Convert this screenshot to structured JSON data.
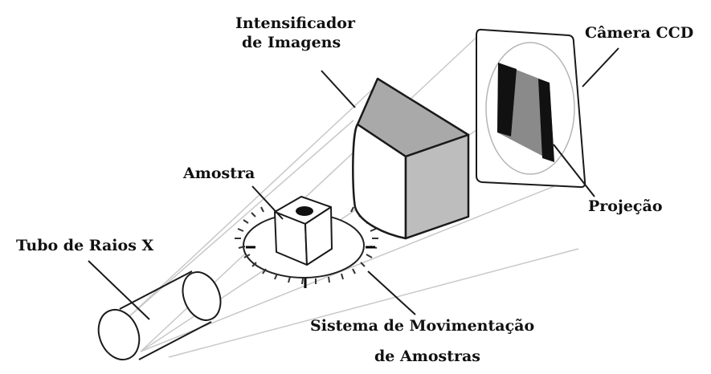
{
  "labels": {
    "intensificador_line1": "Intensificador",
    "intensificador_line2": "de Imagens",
    "camera": "Câmera CCD",
    "amostra": "Amostra",
    "projecao": "Projeção",
    "tubo": "Tubo de Raios X",
    "sistema_line1": "Sistema de Movimentação",
    "sistema_line2": "de Amostras"
  },
  "colors": {
    "stroke": "#1a1a1a",
    "beam": "#c8c8c8",
    "intensifier_top": "#a9a9a9",
    "intensifier_side": "#bdbdbd",
    "projection_dark": "#111111",
    "projection_mid": "#8a8a8a"
  }
}
